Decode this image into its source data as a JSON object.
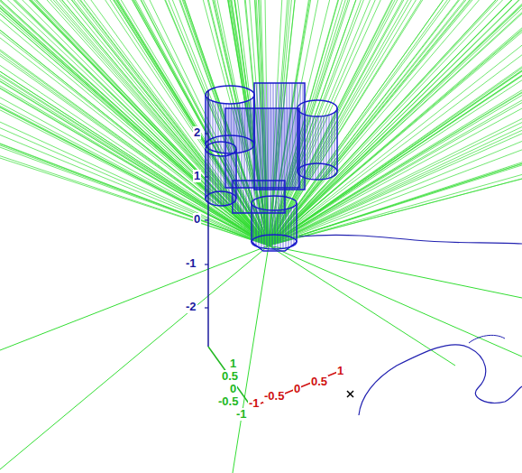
{
  "diagram": {
    "labels": [
      "2",
      "1",
      "0",
      "-1",
      "-2",
      "1",
      "0.5",
      "0",
      "-0.5",
      "-1",
      "-1",
      "-0.5",
      "0",
      "0.5",
      "1"
    ]
  }
}
